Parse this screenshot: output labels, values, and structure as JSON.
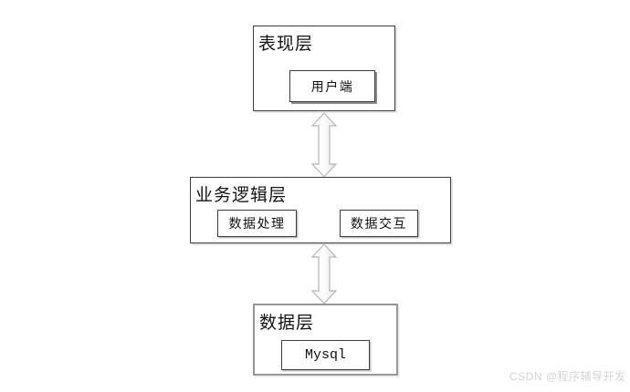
{
  "diagram": {
    "type": "three-tier-architecture",
    "layers": [
      {
        "title": "表现层",
        "nodes": [
          {
            "label": "用户端"
          }
        ]
      },
      {
        "title": "业务逻辑层",
        "nodes": [
          {
            "label": "数据处理"
          },
          {
            "label": "数据交互"
          }
        ]
      },
      {
        "title": "数据层",
        "nodes": [
          {
            "label": "Mysql"
          }
        ]
      }
    ],
    "connectors": [
      {
        "type": "double-headed-vertical-arrow",
        "from": "表现层",
        "to": "业务逻辑层"
      },
      {
        "type": "double-headed-vertical-arrow",
        "from": "业务逻辑层",
        "to": "数据层"
      }
    ]
  },
  "watermark": {
    "text": "CSDN @程序辅导开发"
  },
  "colors": {
    "background": "#ffffff",
    "box_border_dark": "#3d3d3d",
    "box_border_gray": "#979797",
    "arrow_fill_light": "#ffffff",
    "arrow_fill_shade": "#e2e2e2",
    "arrow_stroke": "#b5b5b5",
    "watermark_text": "#d4d4d4"
  }
}
